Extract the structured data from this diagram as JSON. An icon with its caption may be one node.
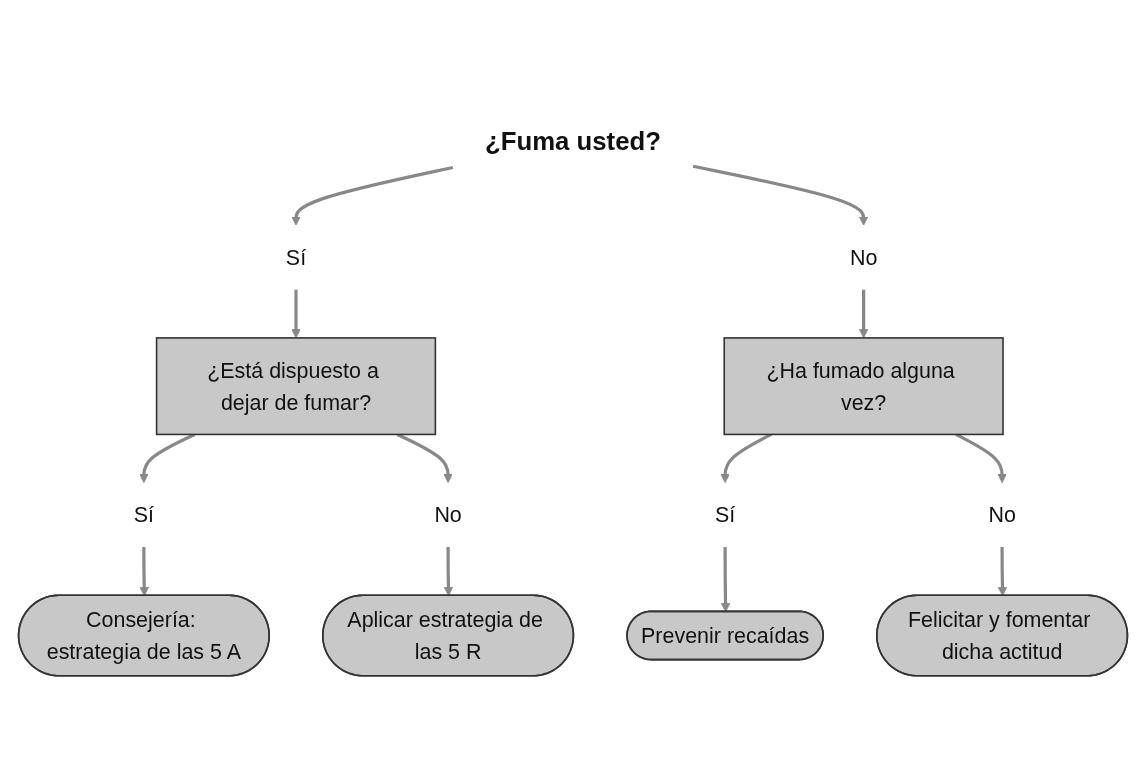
{
  "diagram": {
    "nodes": [
      {
        "text": [
          "¿Fuma usted?"
        ]
      },
      {
        "text": [
          "Sí"
        ]
      },
      {
        "text": [
          "No"
        ]
      },
      {
        "text": [
          "¿Está dispuesto a dejar de fumar?"
        ]
      },
      {
        "text": [
          "¿Ha fumado alguna vez?"
        ]
      },
      {
        "text": [
          "Sí"
        ]
      },
      {
        "text": [
          "No"
        ]
      },
      {
        "text": [
          "Sí"
        ]
      },
      {
        "text": [
          "No"
        ]
      },
      {
        "text": [
          "Consejería: estrategia de las 5 A"
        ]
      },
      {
        "text": [
          "Aplicar estrategia de las 5 R"
        ]
      },
      {
        "text": [
          "Prevenir recaídas"
        ]
      },
      {
        "text": [
          "Felicitar y fomentar dicha actitud"
        ]
      }
    ],
    "edges": [
      {
        "from": 0,
        "to": 1,
        "arrow": "to"
      },
      {
        "from": 0,
        "to": 2,
        "arrow": "to"
      },
      {
        "from": 1,
        "to": 3,
        "arrow": "to"
      },
      {
        "from": 2,
        "to": 4,
        "arrow": "to"
      },
      {
        "from": 3,
        "to": 5,
        "arrow": "to"
      },
      {
        "from": 3,
        "to": 6,
        "arrow": "to"
      },
      {
        "from": 4,
        "to": 7,
        "arrow": "to"
      },
      {
        "from": 4,
        "to": 8,
        "arrow": "to"
      },
      {
        "from": 5,
        "to": 9,
        "arrow": "to"
      },
      {
        "from": 6,
        "to": 10,
        "arrow": "to"
      },
      {
        "from": 7,
        "to": 11,
        "arrow": "to"
      },
      {
        "from": 8,
        "to": 12,
        "arrow": "to"
      }
    ]
  }
}
